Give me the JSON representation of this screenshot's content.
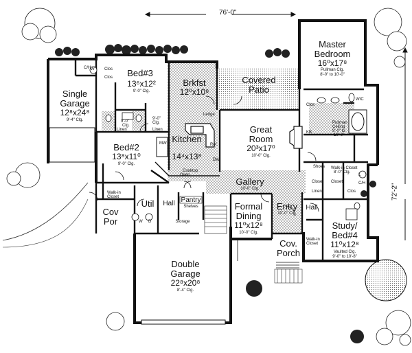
{
  "overall": {
    "width": "76'-0\"",
    "depth": "72'-2\""
  },
  "rooms": {
    "master": {
      "name": "Master",
      "name2": "Bedroom",
      "dims": "16⁰x17⁸",
      "note1": "Pullman Clg.",
      "note2": "8'-0\" to 10'-0\""
    },
    "bed3": {
      "name": "Bed#3",
      "dims": "13⁶x12²",
      "note": "9'-0\" Clg."
    },
    "brkfst": {
      "name": "Brkfst",
      "dims": "12⁰x10⁸"
    },
    "covered_patio": {
      "name": "Covered",
      "name2": "Patio"
    },
    "single_garage": {
      "name": "Single",
      "name2": "Garage",
      "dims": "12⁸x24⁸",
      "note": "9'-4\" Clg."
    },
    "great_room": {
      "name": "Great",
      "name2": "Room",
      "dims": "20³x17⁰",
      "note": "10'-0\" Clg."
    },
    "bed2": {
      "name": "Bed#2",
      "dims": "13⁸x11⁰",
      "note": "9'-0\" Clg."
    },
    "kitchen": {
      "name": "Kitchen",
      "dims": "14⁴x13⁸"
    },
    "gallery": {
      "name": "Gallery",
      "note": "10'-0\" Clg."
    },
    "formal_dining": {
      "name": "Formal",
      "name2": "Dining",
      "dims": "11⁰x12⁸",
      "note": "10'-0\" Clg."
    },
    "entry": {
      "name": "Entry",
      "note": "10'-0\" Clg."
    },
    "study": {
      "name": "Study/",
      "name2": "Bed#4",
      "dims": "11⁰x12⁸",
      "note1": "Vaulted Clg.",
      "note2": "9'-0\" to 10'-8\""
    },
    "cov_por": {
      "name": "Cov",
      "name2": "Por"
    },
    "util": {
      "name": "Util"
    },
    "hall_left": {
      "name": "Hall"
    },
    "hall_right": {
      "name": "Hall"
    },
    "pantry": {
      "name": "Pantry",
      "note": "Shelves"
    },
    "storage": {
      "name": "Storage"
    },
    "cov_porch": {
      "name": "Cov.",
      "name2": "Porch"
    },
    "double_garage": {
      "name": "Double",
      "name2": "Garage",
      "dims": "22⁸x20⁸",
      "note": "8'-4\" Clg."
    }
  },
  "small_labels": {
    "clos_a": "Clos",
    "clos_b": "Clos",
    "linen_a": "Linen",
    "linen_b": "Linen",
    "walkin_left": "Walk-in",
    "walkin_left2": "Closet",
    "walkin_master": "Walk-in Closet",
    "walkin_master2": "8'-0\" Clg.",
    "walkin_study": "Walk-in",
    "walkin_study2": "Closet",
    "pullman_bath": "Pullman",
    "pullman_bath2": "Ceiling",
    "pullman_bath3": "9'-0\" to",
    "pullman_bath4": "10'-0\"",
    "shoes": "Shoes",
    "closet_a": "Closet",
    "closet_b": "Closet",
    "linen_c": "Linen",
    "clos_c": "Clos",
    "wic": "WIC",
    "ledge": "Ledge",
    "ref": "Ref.",
    "dw": "DW",
    "cooktop": "Cooktop",
    "ovens": "Oven",
    "mw": "MW",
    "kb": "KB",
    "clos_d": "Clos",
    "ch_a": "C/H",
    "ch_b": "C/H",
    "w_a": "W",
    "w_b": "W",
    "d_a": "D",
    "l_a": "L",
    "ceil_a": "9'-0\"",
    "ceil_a2": "Clg.",
    "ceil_b": "9'-0\"",
    "ceil_b2": "Clg."
  }
}
